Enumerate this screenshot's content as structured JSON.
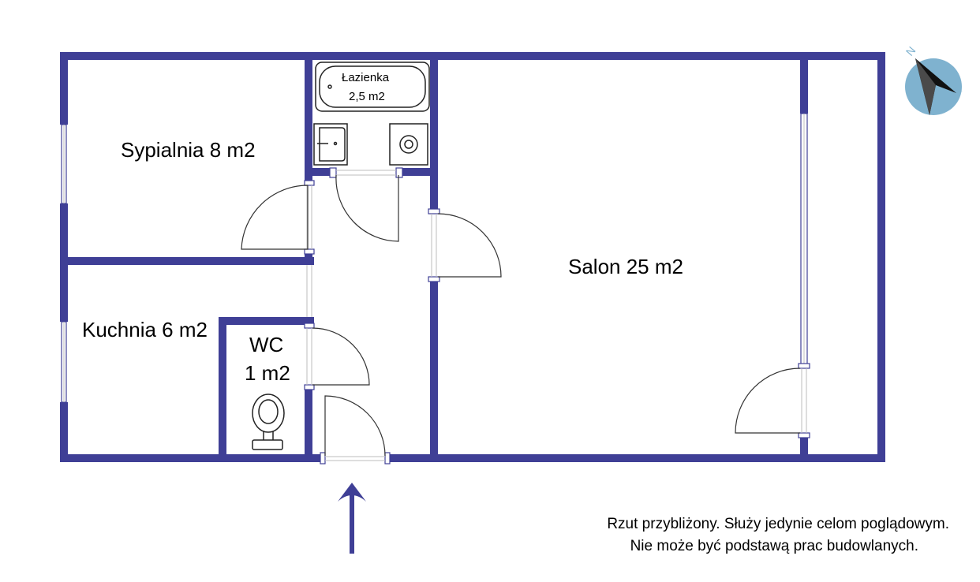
{
  "rooms": {
    "bedroom": "Sypialnia 8 m2",
    "kitchen": "Kuchnia 6 m2",
    "living": "Salon 25 m2",
    "bathroom_name": "Łazienka",
    "bathroom_area": "2,5 m2",
    "wc_name": "WC",
    "wc_area": "1 m2"
  },
  "compass": {
    "letter": "N"
  },
  "disclaimer": {
    "line1": "Rzut przybliżony. Służy jedynie celom poglądowym.",
    "line2": "Nie może być podstawą prac budowlanych."
  },
  "colors": {
    "wall": "#3f3f96",
    "compass_circle": "#7fb2cf",
    "compass_needle": "#111111"
  }
}
